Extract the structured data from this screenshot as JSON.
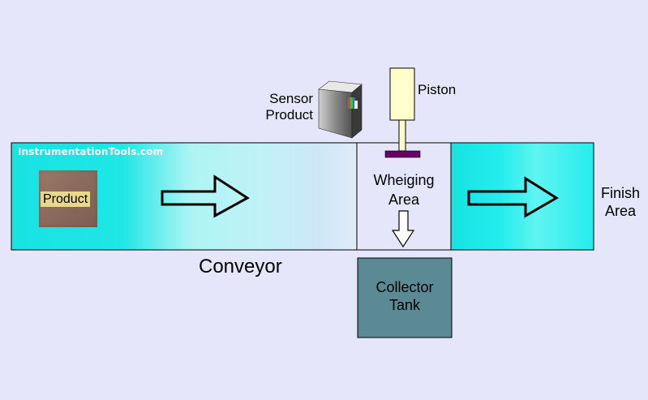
{
  "watermark": "InstrumentationTools.com",
  "labels": {
    "product": "Product",
    "sensor_line1": "Sensor",
    "sensor_line2": "Product",
    "piston": "Piston",
    "weighing_line1": "Wheiging",
    "weighing_line2": "Area",
    "finish_line1": "Finish",
    "finish_line2": "Area",
    "conveyor": "Conveyor",
    "collector_line1": "Collector",
    "collector_line2": "Tank"
  },
  "colors": {
    "background": "#e6e6fa",
    "conveyor_cyan": "#18e0e0",
    "weighing_area": "#e6e6fa",
    "collector_tank": "#5c8a94",
    "piston_body": "#ffffcc",
    "piston_plate": "#660066",
    "product_box": "#8a6a5c",
    "product_label_bg": "#e8d98a"
  },
  "icons": [
    "flow-arrow-right-icon",
    "flow-arrow-down-icon",
    "sensor-device-icon"
  ]
}
